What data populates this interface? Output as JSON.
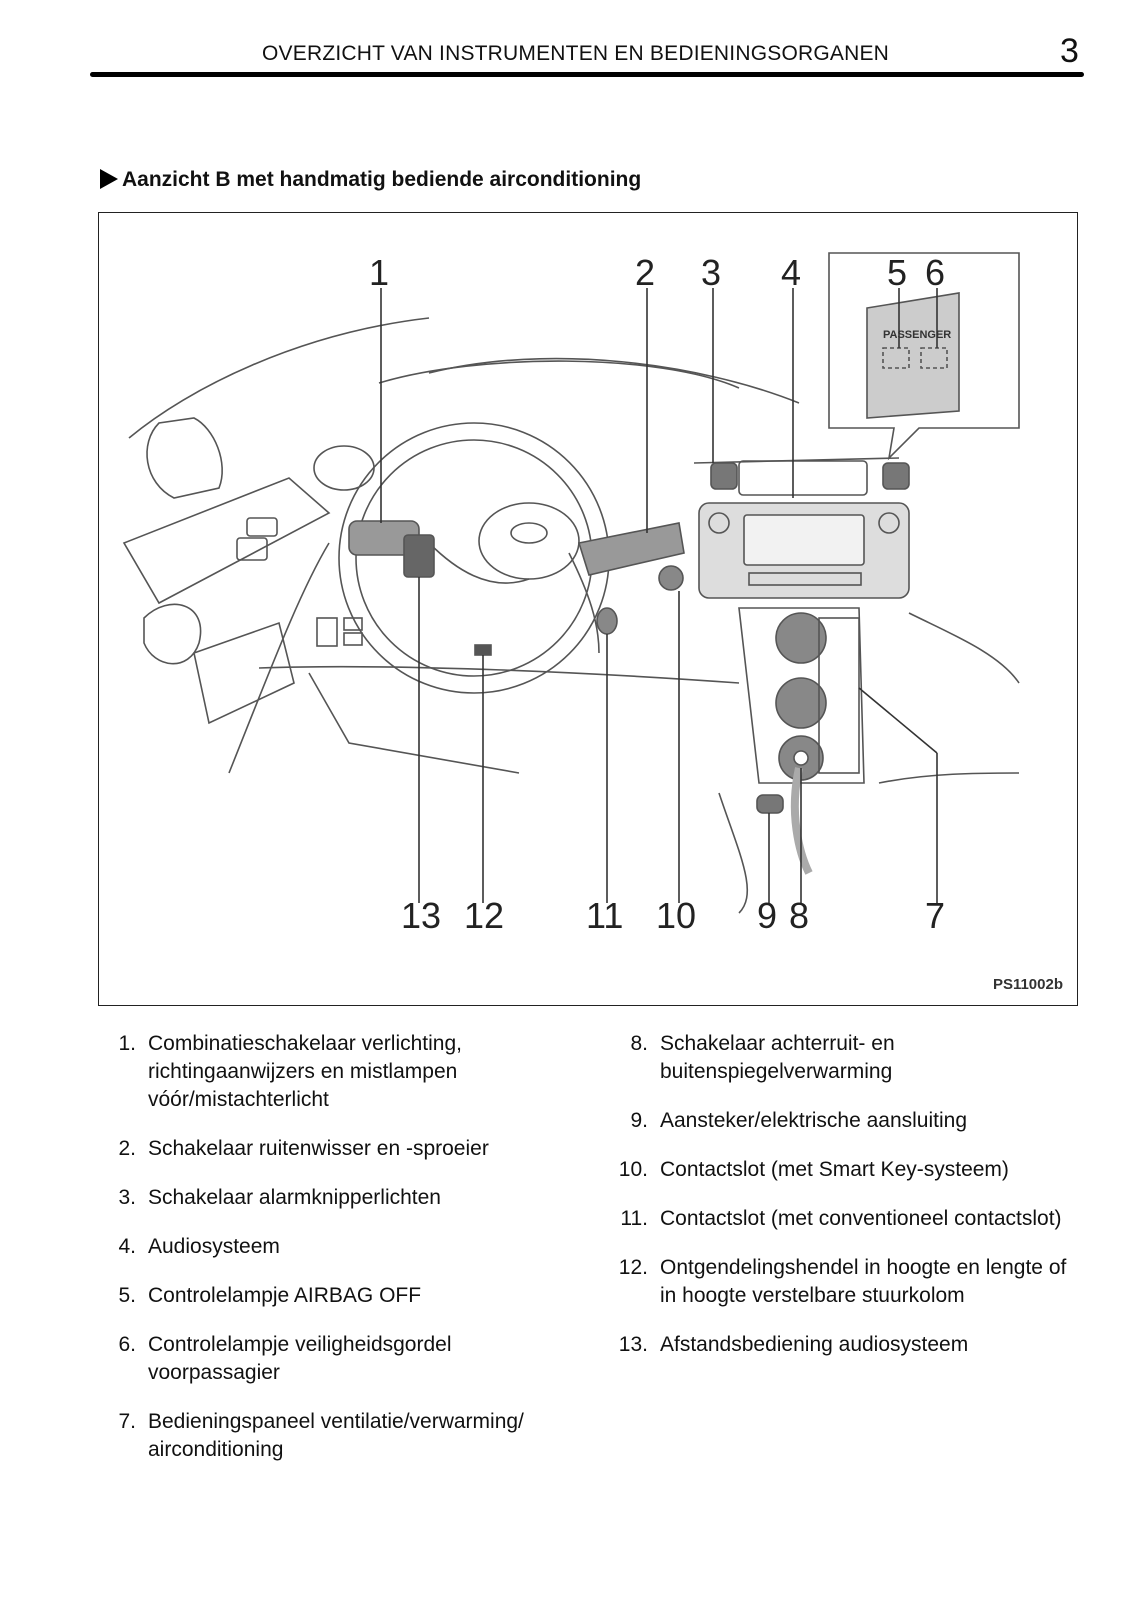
{
  "header": {
    "title": "OVERZICHT VAN INSTRUMENTEN EN BEDIENINGSORGANEN",
    "page_number": "3"
  },
  "section": {
    "heading": "Aanzicht B met handmatig bediende airconditioning"
  },
  "figure": {
    "id": "PS11002b",
    "panel_label": "PASSENGER",
    "callouts_top": [
      "1",
      "2",
      "3",
      "4",
      "5",
      "6"
    ],
    "callouts_bottom": [
      "13",
      "12",
      "11",
      "10",
      "9",
      "8",
      "7"
    ]
  },
  "legend": {
    "left": [
      {
        "num": "1.",
        "text": "Combinatieschakelaar verlichting, richtingaanwijzers en mistlampen vóór/mistachterlicht"
      },
      {
        "num": "2.",
        "text": "Schakelaar ruitenwisser en -sproeier"
      },
      {
        "num": "3.",
        "text": "Schakelaar alarmknipperlichten"
      },
      {
        "num": "4.",
        "text": "Audiosysteem"
      },
      {
        "num": "5.",
        "text": "Controlelampje AIRBAG OFF"
      },
      {
        "num": "6.",
        "text": "Controlelampje veiligheidsgordel voorpassagier"
      },
      {
        "num": "7.",
        "text": "Bedieningspaneel ventilatie/verwarming/ airconditioning"
      }
    ],
    "right": [
      {
        "num": "8.",
        "text": "Schakelaar achterruit- en buitenspiegelverwarming"
      },
      {
        "num": "9.",
        "text": "Aansteker/elektrische aansluiting"
      },
      {
        "num": "10.",
        "text": "Contactslot (met Smart Key-systeem)"
      },
      {
        "num": "11.",
        "text": "Contactslot (met conventioneel contactslot)"
      },
      {
        "num": "12.",
        "text": "Ontgendelingshendel in hoogte en lengte of in hoogte verstelbare stuurkolom"
      },
      {
        "num": "13.",
        "text": "Afstandsbediening audiosysteem"
      }
    ]
  }
}
